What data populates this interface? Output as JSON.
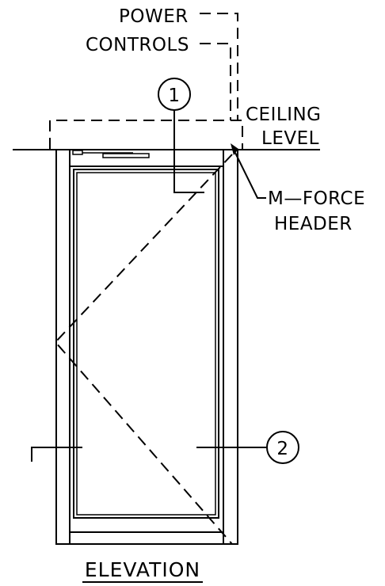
{
  "labels": {
    "power": "POWER",
    "controls": "CONTROLS",
    "ceiling_line1": "CEILING",
    "ceiling_line2": "LEVEL",
    "header_line1": "M—FORCE",
    "header_line2": "HEADER",
    "title": "ELEVATION"
  },
  "callouts": {
    "callout_1": "1",
    "callout_2": "2"
  }
}
